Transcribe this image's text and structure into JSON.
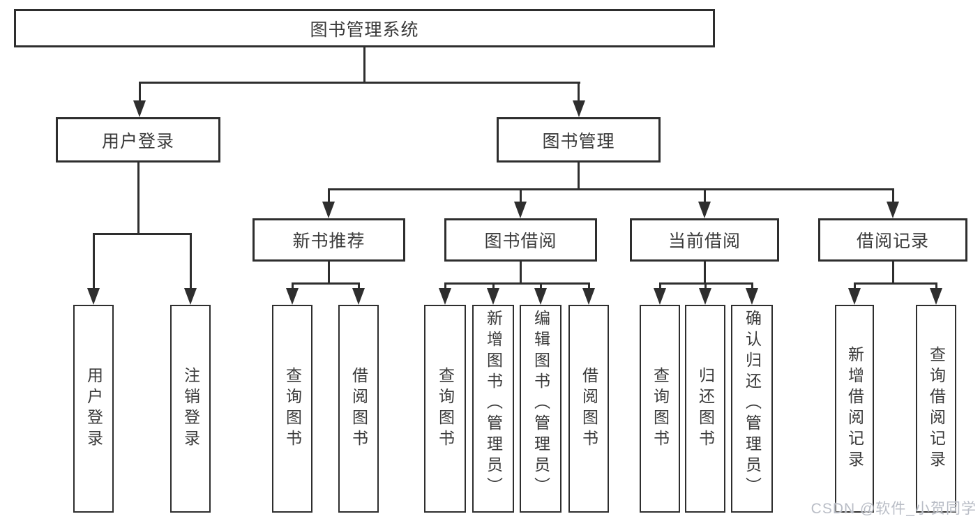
{
  "diagram": {
    "title": "图书管理系统",
    "root": {
      "label": "图书管理系统"
    },
    "level2": {
      "user_login": {
        "label": "用户登录"
      },
      "book_mgmt": {
        "label": "图书管理"
      }
    },
    "level3": {
      "new_book": {
        "label": "新书推荐"
      },
      "book_borrow": {
        "label": "图书借阅"
      },
      "current_borrow": {
        "label": "当前借阅"
      },
      "borrow_records": {
        "label": "借阅记录"
      }
    },
    "leaves": {
      "ul1": {
        "label": "用户登录"
      },
      "ul2": {
        "label": "注销登录"
      },
      "nb1": {
        "label": "查询图书"
      },
      "nb2": {
        "label": "借阅图书"
      },
      "bb1": {
        "label": "查询图书"
      },
      "bb2": {
        "label": "新增图书（管理员）"
      },
      "bb3": {
        "label": "编辑图书（管理员）"
      },
      "bb4": {
        "label": "借阅图书"
      },
      "cb1": {
        "label": "查询图书"
      },
      "cb2": {
        "label": "归还图书"
      },
      "cb3": {
        "label": "确认归还（管理员）"
      },
      "br1": {
        "label": "新增借阅记录"
      },
      "br2": {
        "label": "查询借阅记录"
      }
    },
    "watermark": "CSDN @软件_小贺同学",
    "colors": {
      "line": "#2e2e2e",
      "text": "#3a3a3a",
      "background": "#ffffff",
      "watermark": "#b9bdc6"
    }
  }
}
